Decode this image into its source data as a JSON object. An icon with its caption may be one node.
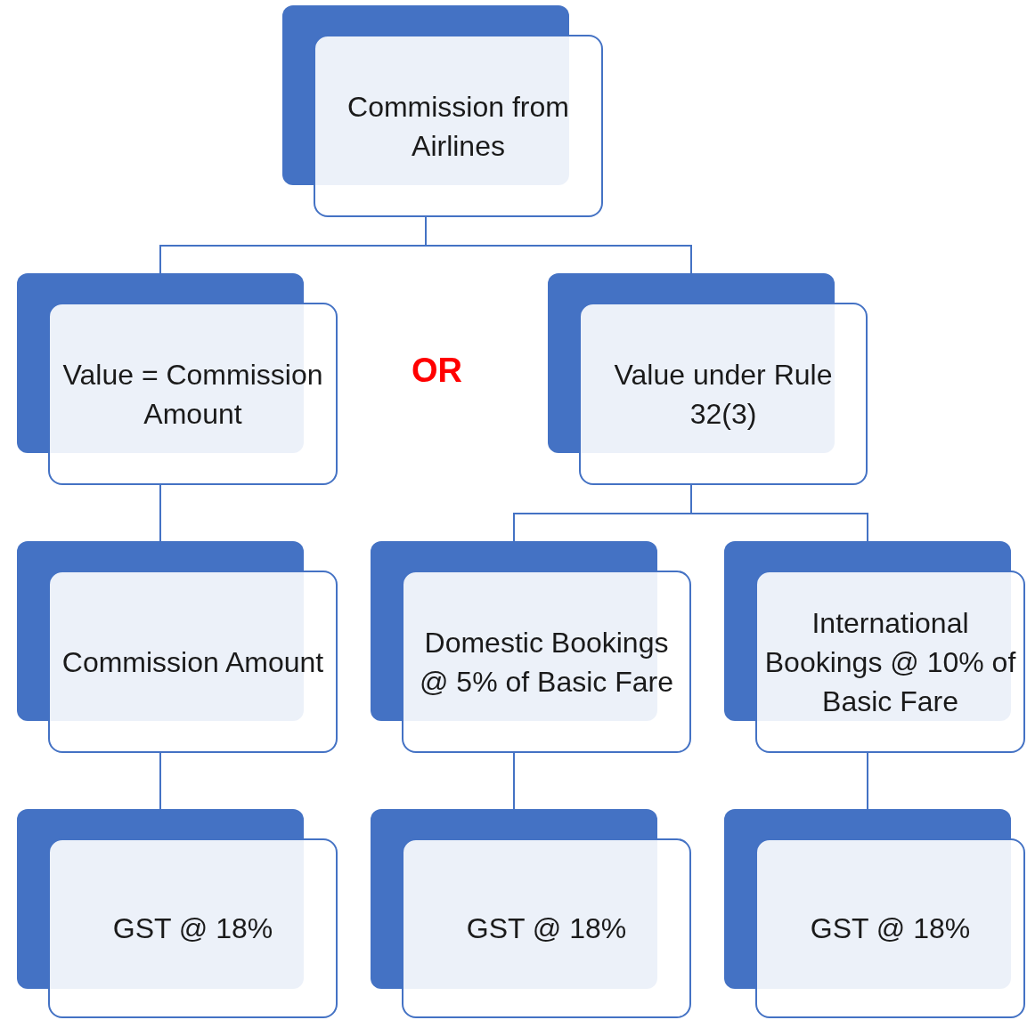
{
  "diagram": {
    "nodes": [
      {
        "text": [
          "Commission from Airlines"
        ]
      },
      {
        "text": [
          "Value = Commission Amount"
        ]
      },
      {
        "text": [
          "Value under Rule 32(3)"
        ]
      },
      {
        "text": [
          "Commission Amount"
        ]
      },
      {
        "text": [
          "Domestic Bookings @ 5% of Basic Fare"
        ]
      },
      {
        "text": [
          "International Bookings @ 10% of Basic Fare"
        ]
      },
      {
        "text": [
          "GST @ 18%"
        ]
      },
      {
        "text": [
          "GST @ 18%"
        ]
      },
      {
        "text": [
          "GST @ 18%"
        ]
      }
    ],
    "edges": [
      {
        "from": 0,
        "to": 1,
        "arrow": "none"
      },
      {
        "from": 0,
        "to": 2,
        "arrow": "none"
      },
      {
        "from": 1,
        "to": 3,
        "arrow": "none"
      },
      {
        "from": 2,
        "to": 4,
        "arrow": "none"
      },
      {
        "from": 2,
        "to": 5,
        "arrow": "none"
      },
      {
        "from": 3,
        "to": 6,
        "arrow": "none"
      },
      {
        "from": 4,
        "to": 7,
        "arrow": "none"
      },
      {
        "from": 5,
        "to": 8,
        "arrow": "none"
      }
    ],
    "labels": [
      "OR"
    ]
  }
}
